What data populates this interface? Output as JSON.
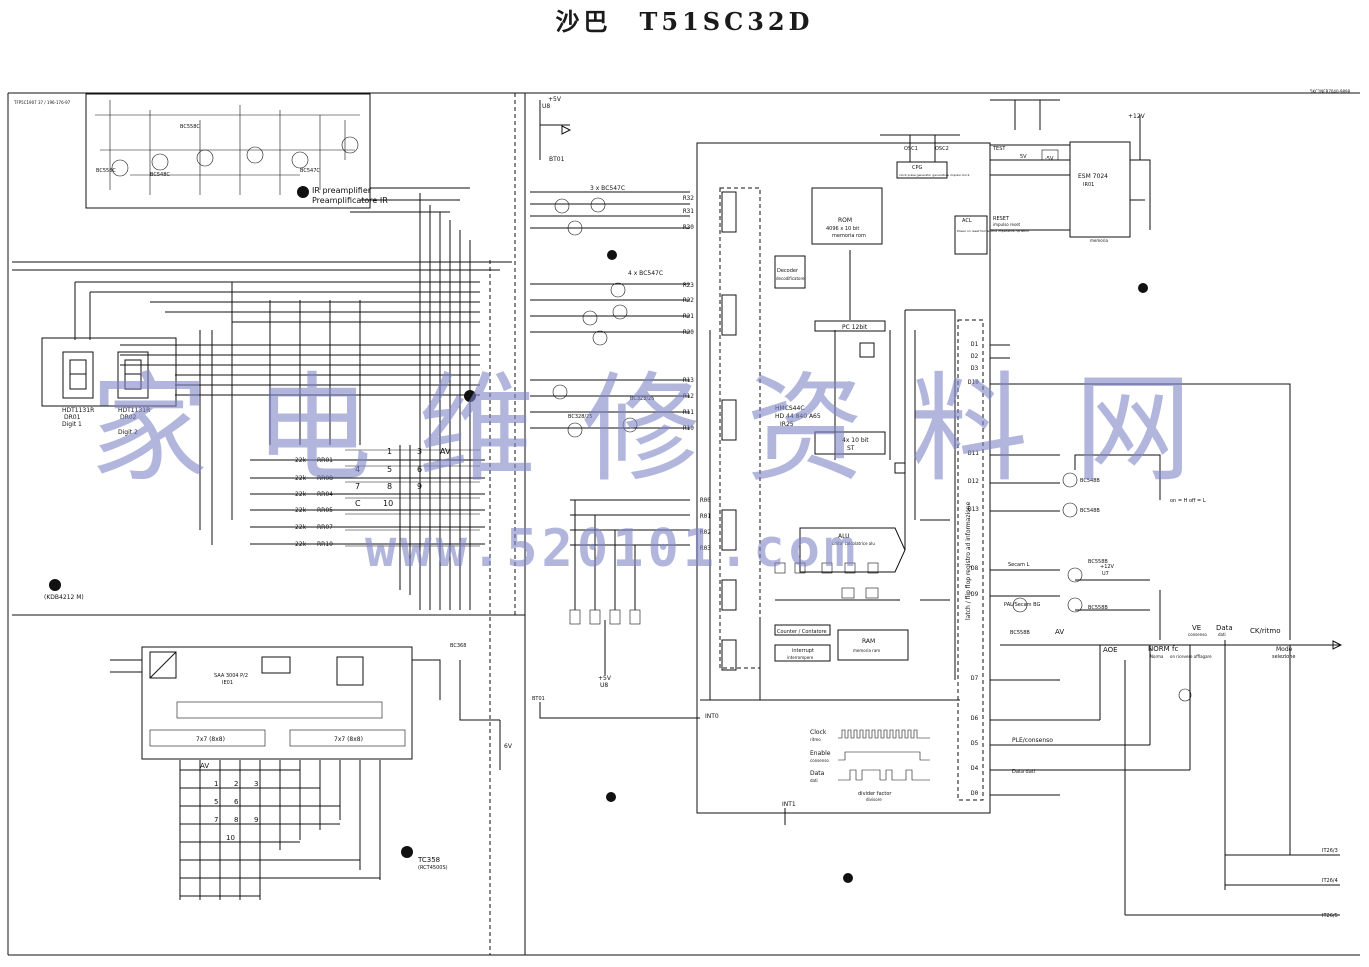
{
  "title": "沙巴　T51SC32D",
  "header_code_left": "TFP5C1907 37 / 196-176-97",
  "header_code_right": "5KC1NFB7040-9898",
  "blocks": {
    "ir_preamp": {
      "label_en": "IR preamplifier",
      "label_it": "Preamplificatore IR"
    },
    "rom": {
      "label": "ROM",
      "size": "4096 x 10 bit",
      "sub": "memoria rom"
    },
    "decoder": {
      "label": "Decoder",
      "sub": "decodificatore"
    },
    "pc": {
      "label": "PC 12bit"
    },
    "mcu": {
      "label": "HMCS44C",
      "part": "HD 44 840 A65",
      "ic": "IR25"
    },
    "stack": {
      "label": "4x 10 bit",
      "sub": "ST"
    },
    "alu": {
      "label": "ALU",
      "sub": "unita' calcolatrice alu"
    },
    "counter": {
      "label": "Counter / Contatore"
    },
    "interrupt": {
      "label": "interrupt",
      "sub": "interrompere"
    },
    "ram": {
      "label": "RAM",
      "sub": "memoria ram"
    },
    "cpg": {
      "label": "CPG",
      "sub": "clock pulse generator generatore impulsi clock"
    },
    "acl": {
      "label": "ACL",
      "sub": "Power on reset formazione impedenza ripristino"
    },
    "eeprom": {
      "label": "ESM 7024",
      "ref": "IR01",
      "sub": "memoria"
    },
    "latch": {
      "label": "latch / flip flop registro ad informazione"
    },
    "receiver": {
      "label": "SAA 3004 P/2",
      "ref": "IE01"
    },
    "matrix_left": {
      "label": "7x7 (8x8)"
    },
    "matrix_right": {
      "label": "7x7 (8x8)"
    },
    "display": {
      "label1": "HDT1131R",
      "ref1": "DR01",
      "digit1": "Digit 1",
      "label2": "HDT1131R",
      "ref2": "DR02",
      "digit2": "Digit 2"
    },
    "keyboard": {
      "ref": "(KDB4212 M)"
    },
    "remote": {
      "ref": "TC358",
      "sub": "(RCT4500S)"
    }
  },
  "transistors": [
    "BC558C",
    "BC548C",
    "BC547C",
    "BC558B",
    "BC548B",
    "BC328/25",
    "BC368",
    "BC558C",
    "BC547C"
  ],
  "transistor_groups": {
    "upper": "3 x BC547C",
    "middle": "4 x BC547C"
  },
  "supply_labels": [
    "+5V",
    "U8",
    "+12V",
    "U7",
    "6V",
    "5V",
    "-5V"
  ],
  "pins_right": [
    "D1",
    "D2",
    "D3",
    "D10",
    "D11",
    "D12",
    "D13",
    "D8",
    "D9",
    "D7",
    "D6",
    "D5",
    "D4",
    "D0"
  ],
  "pins_left": [
    "R32",
    "R31",
    "R30",
    "R23",
    "R22",
    "R21",
    "R20",
    "R13",
    "R12",
    "R11",
    "R10",
    "R00",
    "R01",
    "R02",
    "R03"
  ],
  "signals": {
    "ve": "VE",
    "ve_sub": "consenso",
    "data": "Data",
    "data_sub": "dati",
    "ck": "CK/ritmo",
    "mode": "Mode",
    "mode_sub": "selezione",
    "aoe": "AOE",
    "norm": "NORM",
    "norm_sub": "Norma",
    "fc": "fc",
    "fc_sub": "on ricevere afflagare",
    "secam": "Secam L",
    "pal": "PAL/Secam BG",
    "av": "AV",
    "ple": "PLE/consenso",
    "data_out": "Data dati",
    "bt01": "BT01",
    "int0": "INT0",
    "int1": "INT1",
    "reset": "RESET",
    "reset_sub": "impulso reset",
    "test": "TEST",
    "osc1": "OSC1",
    "osc2": "OSC2",
    "on_off": "on = H off = L"
  },
  "timing": {
    "clock": "Clock",
    "clock_sub": "ritmo",
    "enable": "Enable",
    "enable_sub": "consenso",
    "data": "Data",
    "data_sub": "dati",
    "divider": "divider factor",
    "divider_sub": "divisore"
  },
  "numbers": [
    "1",
    "2",
    "3",
    "4",
    "5",
    "6",
    "7",
    "8",
    "9",
    "10"
  ],
  "keys": [
    "1",
    "2",
    "3",
    "AV",
    "4",
    "5",
    "6",
    "7",
    "8",
    "9",
    "C",
    "10"
  ],
  "resistors_left": [
    "22k",
    "RR01",
    "22k",
    "RR08",
    "22k",
    "RR04",
    "22k",
    "RR05",
    "22k",
    "RR07",
    "22k",
    "RR10"
  ],
  "connectors_right": [
    "IT26/3",
    "IT26/4",
    "IT26/5"
  ],
  "circle_markers": [
    "1",
    "2",
    "3",
    "4",
    "5",
    "7",
    "8",
    "10"
  ],
  "watermark": {
    "cn": "家电维修资料网",
    "url": "www.520101.com"
  }
}
